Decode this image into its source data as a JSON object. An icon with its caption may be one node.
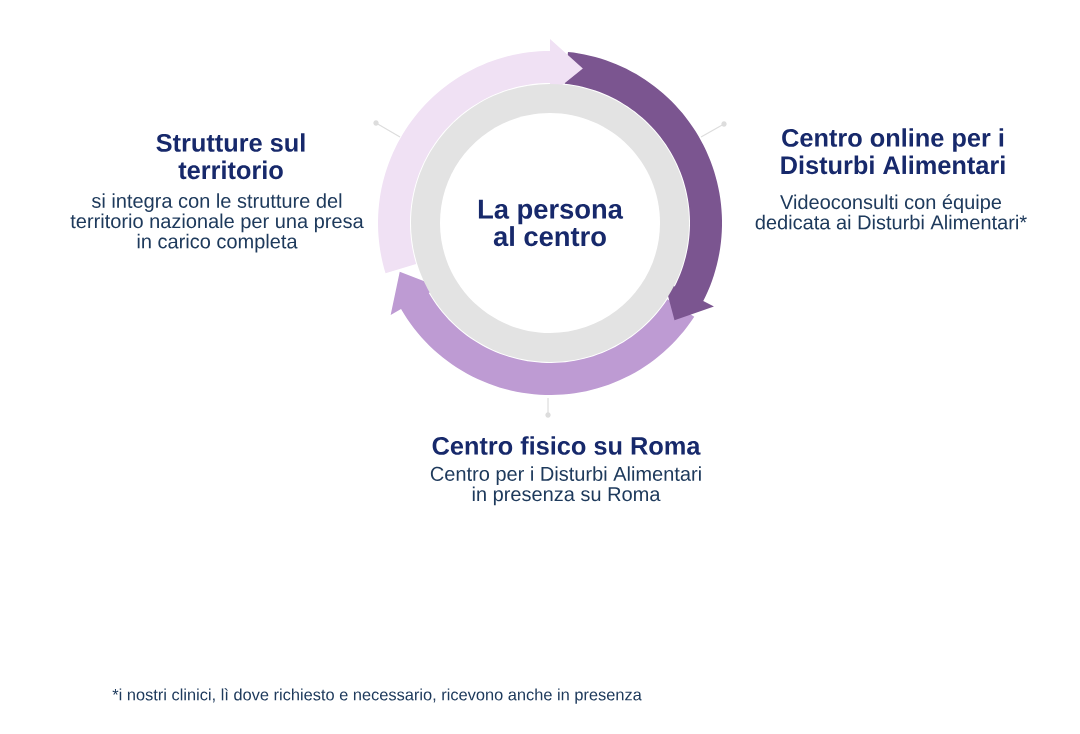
{
  "diagram": {
    "nodes": [
      {
        "text": [
          "La persona al centro"
        ]
      }
    ],
    "labels": [
      "Strutture sul territorio",
      "si integra con le strutture del territorio nazionale per una presa in carico completa",
      "Centro online per i Disturbi Alimentari",
      "Videoconsulti con équipe dedicata ai Disturbi Alimentari*",
      "Centro fisico su Roma",
      "Centro per i Disturbi Alimentari in presenza su Roma",
      "*i nostri clinici, lì dove richiesto e necessario, ricevono anche in presenza"
    ]
  }
}
